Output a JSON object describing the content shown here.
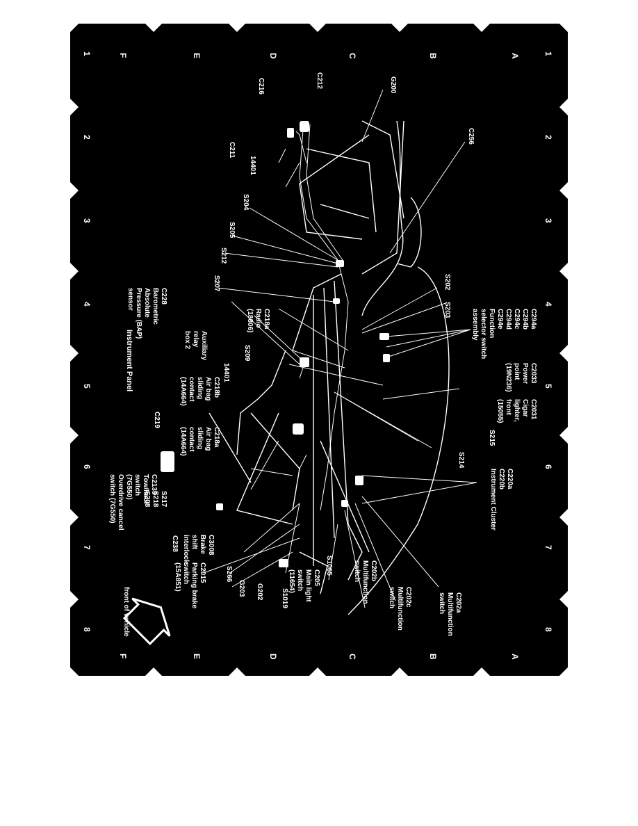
{
  "title": "Instrument Panel",
  "front_of_vehicle": "front of vehicle",
  "grid": {
    "numbers": [
      "1",
      "2",
      "3",
      "4",
      "5",
      "6",
      "7",
      "8"
    ],
    "letters": [
      "A",
      "B",
      "C",
      "D",
      "E",
      "F"
    ]
  },
  "labels": {
    "c212": "C212",
    "c216": "C216",
    "c211": "C211",
    "w14401a": "14401",
    "g200": "G200",
    "c256": "C256",
    "s204": "S204",
    "s205": "S205",
    "s212": "S212",
    "s207": "S207",
    "s202": "S202",
    "s203": "S203",
    "c228": "C228",
    "bap1": "Barometric",
    "bap2": "Absolute",
    "bap3": "Pressure (BAP)",
    "bap4": "sensor",
    "c218a": "C218a",
    "radio1": "Radio",
    "radio2": "(18806)",
    "fsa1": "C294a",
    "fsa2": "C294b",
    "fsa3": "C294c",
    "fsa4": "C294d",
    "fsa5": "C294e",
    "fsa6": "Function",
    "fsa7": "selector switch",
    "fsa8": "assembly",
    "s209": "S209",
    "aux1": "Auxiliary",
    "aux2": "relay",
    "aux3": "box 2",
    "w14401b": "14401",
    "c218b1": "C218b",
    "c218b2": "Air bag",
    "c218b3": "sliding",
    "c218b4": "contact",
    "c218b5": "(14A664)",
    "pp1": "C2033",
    "pp2": "Power",
    "pp3": "point",
    "pp4": "(19N236)",
    "cl1": "C2031",
    "cl2": "Cigar",
    "cl3": "lighter,",
    "cl4": "front",
    "cl5": "(15055)",
    "c219": "C219",
    "c218a1": "C218a",
    "c218a2": "Air bag",
    "c218a3": "sliding",
    "c218a4": "contact",
    "c218a5": "(14A664)",
    "s215": "S215",
    "s214": "S214",
    "tow1": "C2135",
    "tow2": "Tow/haul",
    "tow3": "switch",
    "tow4": "(7G550)",
    "tow5": "Overdrive cancel",
    "tow6": "switch (7G550)",
    "s217": "S217",
    "s218": "S218",
    "s208": "S208",
    "ic1": "C220a",
    "ic2": "C220b",
    "ic3": "Instrument Cluster",
    "bsi1": "C3008",
    "bsi2": "Brake",
    "bsi3": "shift",
    "bsi4": "interlock",
    "c238": "C238",
    "mf1": "C202a",
    "mf2": "Multifunction",
    "mf3": "switch",
    "mfc1": "C202c",
    "mfc2": "Multifunction",
    "mfc3": "switch",
    "mfb1": "C202b",
    "mfb2": "Multifunction",
    "mfb3": "switch",
    "s1065": "S1065",
    "ml1": "C205",
    "ml2": "Main light",
    "ml3": "switch",
    "ml4": "(11654)",
    "pb1": "C2015",
    "pb2": "Parking brake",
    "pb3": "switch",
    "pb4": "(15A851)",
    "s266": "S266",
    "g203": "G203",
    "g202": "G202",
    "s1019": "S1019"
  }
}
